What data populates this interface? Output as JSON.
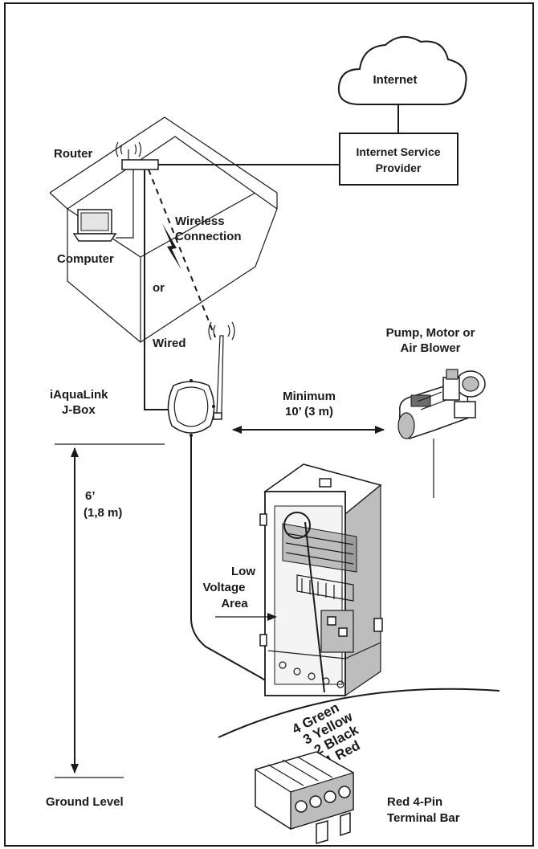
{
  "labels": {
    "internet": "Internet",
    "isp_line1": "Internet Service",
    "isp_line2": "Provider",
    "router": "Router",
    "computer": "Computer",
    "wireless_line1": "Wireless",
    "wireless_line2": "Connection",
    "or": "or",
    "wired": "Wired",
    "pump_line1": "Pump, Motor or",
    "pump_line2": "Air Blower",
    "jbox_line1": "iAquaLink",
    "jbox_line2": "J-Box",
    "minimum_line1": "Minimum",
    "minimum_line2": "10’ (3 m)",
    "height_line1": "6’",
    "height_line2": "(1,8 m)",
    "low_voltage_line1": "Low",
    "low_voltage_line2": "Voltage",
    "low_voltage_line3": "Area",
    "ground_level": "Ground Level",
    "pin_4": "4 Green",
    "pin_3": "3 Yellow",
    "pin_2": "2 Black",
    "pin_1": "1 Red",
    "terminal_line1": "Red 4-Pin",
    "terminal_line2": "Terminal Bar"
  },
  "colors": {
    "line": "#1a1a1a",
    "shade": "#bdbdbd",
    "background": "#ffffff"
  }
}
